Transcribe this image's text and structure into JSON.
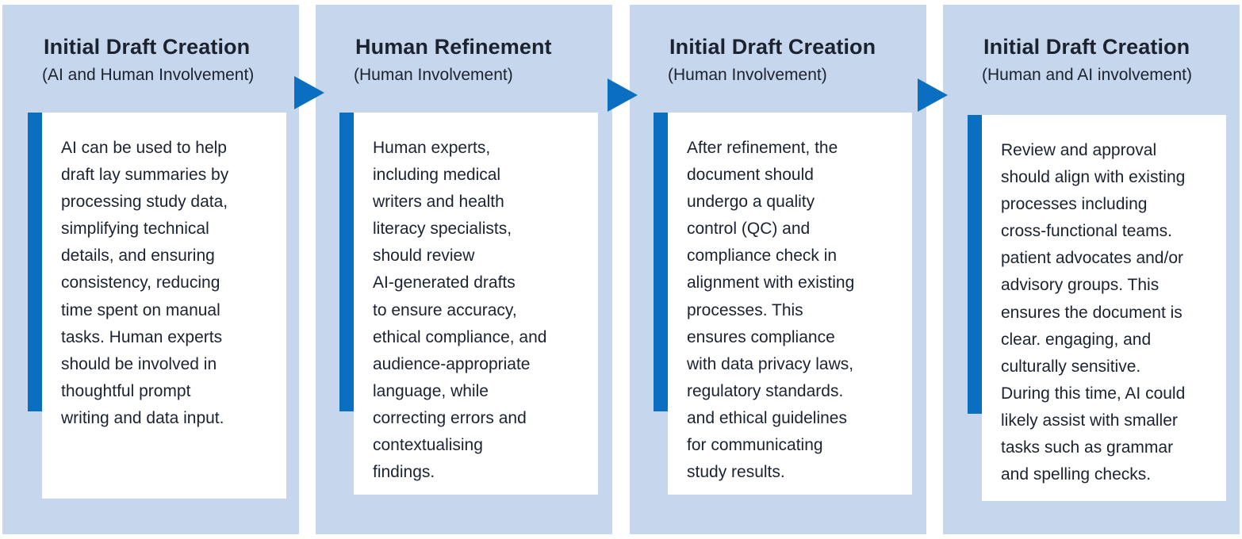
{
  "colors": {
    "panel_bg": "#c6d6ec",
    "accent": "#0a6fc0",
    "card_bg": "#ffffff",
    "text": "#1b2230"
  },
  "steps": [
    {
      "title": "Initial Draft Creation",
      "subtitle": "(AI and Human Involvement)",
      "body": "AI can be used to help\ndraft lay summaries by\nprocessing study data,\nsimplifying technical\ndetails, and ensuring\nconsistency, reducing\ntime spent on manual\ntasks. Human experts\nshould be involved in\nthoughtful prompt\nwriting and data input."
    },
    {
      "title": "Human Refinement",
      "subtitle": "(Human Involvement)",
      "body": "Human experts,\nincluding medical\nwriters and health\nliteracy specialists,\nshould review\nAI-generated drafts\nto ensure accuracy,\nethical compliance, and\naudience-appropriate\nlanguage, while\ncorrecting errors and\ncontextualising\nfindings."
    },
    {
      "title": "Initial Draft Creation",
      "subtitle": "(Human Involvement)",
      "body": "After refinement, the\ndocument should\nundergo a quality\ncontrol (QC) and\ncompliance check in\nalignment with existing\nprocesses. This\nensures compliance\nwith data privacy laws,\nregulatory standards.\nand ethical guidelines\nfor communicating\nstudy results."
    },
    {
      "title": "Initial Draft Creation",
      "subtitle": "(Human and AI  involvement)",
      "body": "Review and approval\nshould align with existing\nprocesses including\ncross-functional teams.\npatient advocates and/or\nadvisory groups. This\nensures the document is\nclear. engaging, and\nculturally sensitive.\nDuring this time, AI could\nlikely assist with smaller\ntasks such as grammar\nand spelling checks."
    }
  ],
  "connectors": [
    {
      "icon": "arrow-right-icon"
    },
    {
      "icon": "arrow-right-icon"
    },
    {
      "icon": "arrow-right-icon"
    }
  ]
}
